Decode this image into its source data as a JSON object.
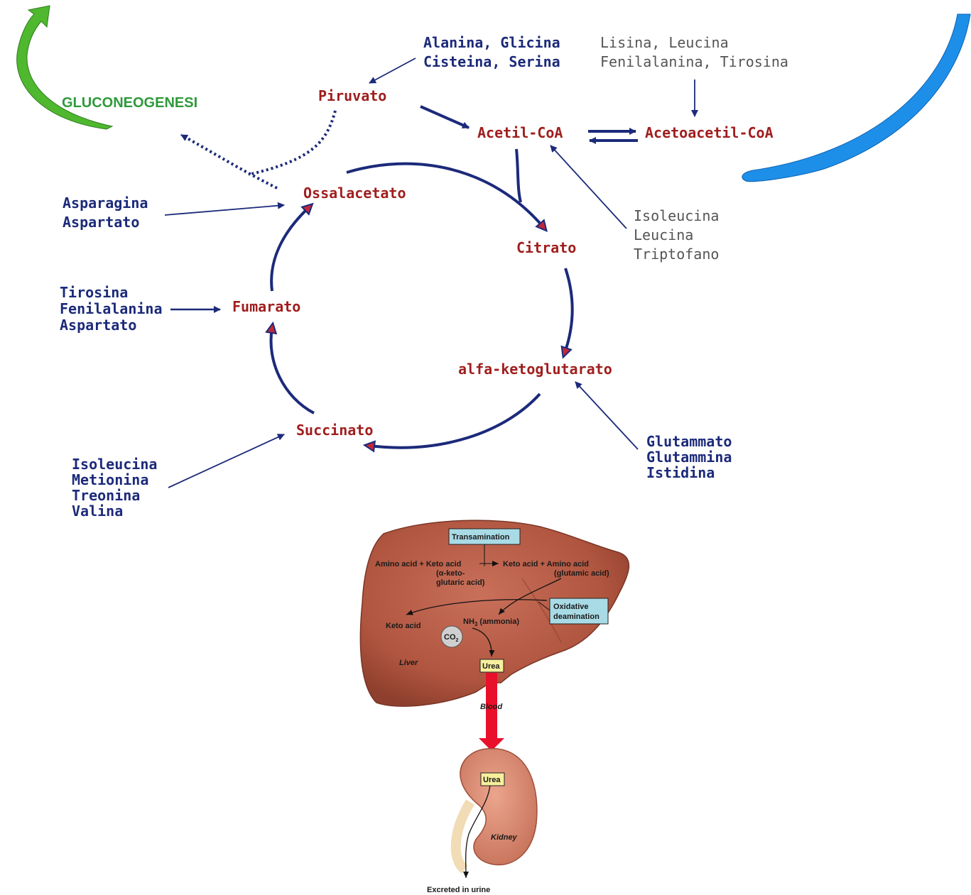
{
  "gluconeogenesis_label": "GLUCONEOGENESI",
  "metabolites": {
    "piruvato": "Piruvato",
    "acetil_coa": "Acetil-CoA",
    "acetoacetil_coa": "Acetoacetil-CoA",
    "ossalacetato": "Ossalacetato",
    "citrato": "Citrato",
    "fumarato": "Fumarato",
    "alfa_ketoglutarato": "alfa-ketoglutarato",
    "succinato": "Succinato"
  },
  "amino_acid_groups": {
    "to_piruvato": [
      "Alanina, Glicina",
      "Cisteina, Serina"
    ],
    "to_acetoacetil": [
      "Lisina, Leucina",
      "Fenilalanina, Tirosina"
    ],
    "to_acetil": [
      "Isoleucina",
      "Leucina",
      "Triptofano"
    ],
    "to_ossalacetato": [
      "Asparagina",
      "Aspartato"
    ],
    "to_fumarato": [
      "Tirosina",
      "Fenilalanina",
      "Aspartato"
    ],
    "to_alfa_keto": [
      "Glutammato",
      "Glutammina",
      "Istidina"
    ],
    "to_succinato": [
      "Isoleucina",
      "Metionina",
      "Treonina",
      "Valina"
    ]
  },
  "liver_panel": {
    "transamination": "Transamination",
    "reaction_left": "Amino acid + Keto acid",
    "reaction_left_sub": [
      "(α-keto-",
      "glutaric acid)"
    ],
    "reaction_right": "Keto acid + Amino acid",
    "reaction_right_sub": "(glutamic acid)",
    "oxidative_deamination": [
      "Oxidative",
      "deamination"
    ],
    "keto_acid": "Keto acid",
    "ammonia_prefix": "NH",
    "ammonia_sub": "3",
    "ammonia_suffix": " (ammonia)",
    "co2_main": "CO",
    "co2_sub": "2",
    "liver": "Liver",
    "urea": "Urea",
    "blood": "Blood",
    "kidney_urea": "Urea",
    "kidney": "Kidney",
    "excreted": "Excreted in urine"
  },
  "colors": {
    "cycle": "#1c2a7a",
    "metabolite": "#a01e1e",
    "gluconeo_text": "#2e9a3a",
    "green_arrow": "#4fb82e",
    "blue_arrow": "#1e8fe8",
    "liver": "#b85a44",
    "kidney": "#d9826a",
    "blood_arrow": "#e8102a",
    "label_box": "#a9dbe6",
    "urea_box": "#f7ef9c"
  }
}
